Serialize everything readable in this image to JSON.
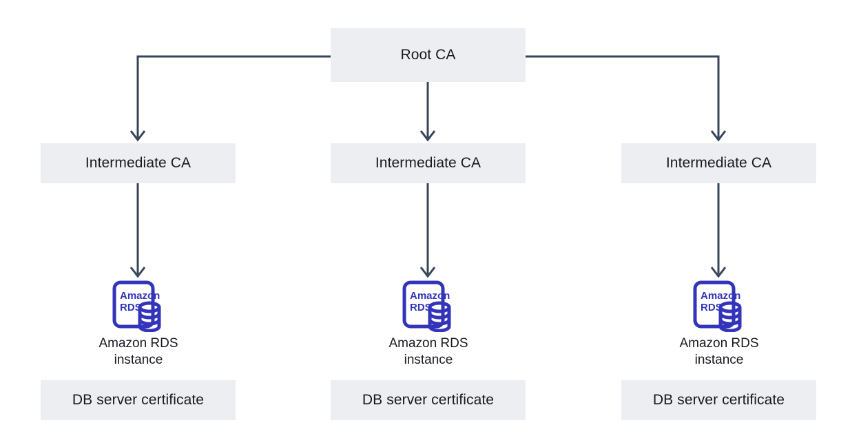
{
  "diagram": {
    "title_root": "Root CA",
    "colors": {
      "box_fill": "#edeef2",
      "text": "#16191f",
      "connector": "#36455a",
      "aws_purple": "#3334b9",
      "background": "#ffffff"
    },
    "root": {
      "label": "Root CA"
    },
    "branches": [
      {
        "intermediate_label": "Intermediate CA",
        "instance_caption": "Amazon RDS\ninstance",
        "instance_icon": "amazon-rds-icon",
        "icon_text_line1": "Amazon",
        "icon_text_line2": "RDS",
        "certificate_label": "DB server certificate"
      },
      {
        "intermediate_label": "Intermediate CA",
        "instance_caption": "Amazon RDS\ninstance",
        "instance_icon": "amazon-rds-icon",
        "icon_text_line1": "Amazon",
        "icon_text_line2": "RDS",
        "certificate_label": "DB server certificate"
      },
      {
        "intermediate_label": "Intermediate CA",
        "instance_caption": "Amazon RDS\ninstance",
        "instance_icon": "amazon-rds-icon",
        "icon_text_line1": "Amazon",
        "icon_text_line2": "RDS",
        "certificate_label": "DB server certificate"
      }
    ]
  }
}
